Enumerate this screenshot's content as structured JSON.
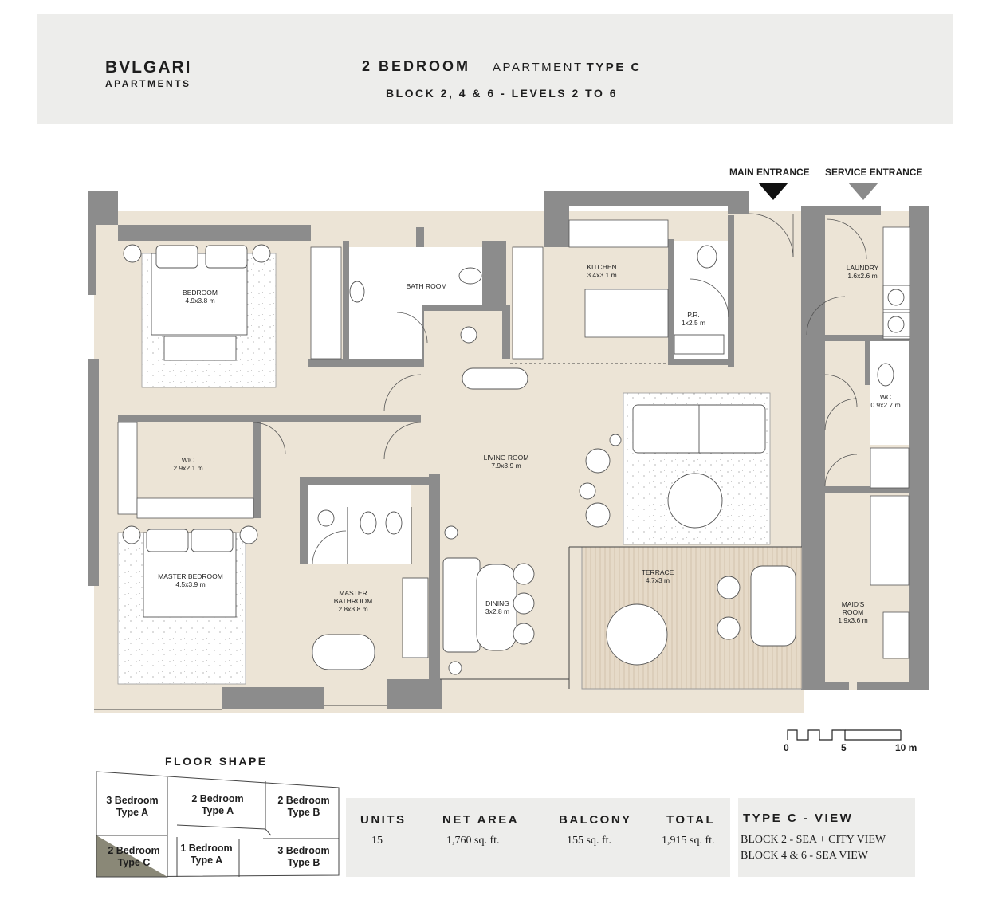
{
  "header": {
    "brand_name": "BVLGARI",
    "brand_sub": "APARTMENTS",
    "title_main": "2 BEDROOM",
    "title_apartment": "APARTMENT",
    "title_type": "TYPE C",
    "subtitle": "BLOCK 2, 4 & 6 - LEVELS 2 TO 6"
  },
  "entrances": {
    "main": "MAIN ENTRANCE",
    "service": "SERVICE ENTRANCE"
  },
  "rooms": {
    "bedroom": {
      "name": "BEDROOM",
      "dim": "4.9x3.8 m"
    },
    "bathroom": {
      "name": "BATH ROOM"
    },
    "kitchen": {
      "name": "KITCHEN",
      "dim": "3.4x3.1 m"
    },
    "pr": {
      "name": "P.R.",
      "dim": "1x2.5 m"
    },
    "laundry": {
      "name": "LAUNDRY",
      "dim": "1.6x2.6 m"
    },
    "wc": {
      "name": "WC",
      "dim": "0.9x2.7 m"
    },
    "wic": {
      "name": "WIC",
      "dim": "2.9x2.1 m"
    },
    "living": {
      "name": "LIVING ROOM",
      "dim": "7.9x3.9 m"
    },
    "master_bedroom": {
      "name": "MASTER BEDROOM",
      "dim": "4.5x3.9 m"
    },
    "master_bathroom": {
      "name1": "MASTER",
      "name2": "BATHROOM",
      "dim": "2.8x3.8 m"
    },
    "dining": {
      "name": "DINING",
      "dim": "3x2.8 m"
    },
    "terrace": {
      "name": "TERRACE",
      "dim": "4.7x3 m"
    },
    "maids": {
      "name1": "MAID'S",
      "name2": "ROOM",
      "dim": "1.9x3.6 m"
    }
  },
  "scale": {
    "zero": "0",
    "five": "5",
    "ten": "10 m"
  },
  "floor_shape": {
    "title": "FLOOR SHAPE",
    "units": [
      {
        "l1": "3 Bedroom",
        "l2": "Type A"
      },
      {
        "l1": "2 Bedroom",
        "l2": "Type A"
      },
      {
        "l1": "2 Bedroom",
        "l2": "Type B"
      },
      {
        "l1": "2 Bedroom",
        "l2": "Type C"
      },
      {
        "l1": "1 Bedroom",
        "l2": "Type A"
      },
      {
        "l1": "3 Bedroom",
        "l2": "Type B"
      }
    ],
    "highlight_color": "#8a8877"
  },
  "stats": {
    "units_label": "UNITS",
    "units_value": "15",
    "net_label": "NET AREA",
    "net_value": "1,760 sq. ft.",
    "balcony_label": "BALCONY",
    "balcony_value": "155 sq. ft.",
    "total_label": "TOTAL",
    "total_value": "1,915 sq. ft."
  },
  "view": {
    "title": "TYPE C - VIEW",
    "line1": "BLOCK 2 - SEA + CITY VIEW",
    "line2": "BLOCK 4 & 6 - SEA VIEW"
  },
  "colors": {
    "wall": "#8c8c8c",
    "floor": "#ece4d6",
    "wet": "#ffffff",
    "terrace": "#e3d5c1",
    "header_bg": "#ededeb"
  }
}
